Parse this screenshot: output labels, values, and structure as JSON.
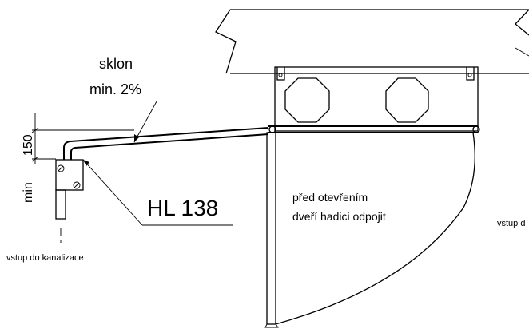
{
  "labels": {
    "slope_title": "sklon",
    "slope_value": "min. 2%",
    "dimension_value": "150",
    "dimension_prefix": "min",
    "part_number": "HL 138",
    "note_line1": "před otevřením",
    "note_line2": "dveří hadici odpojit",
    "drain_label": "vstup do kanalizace",
    "cut_label": "vstup d"
  },
  "colors": {
    "line": "#000000",
    "background": "#ffffff"
  }
}
